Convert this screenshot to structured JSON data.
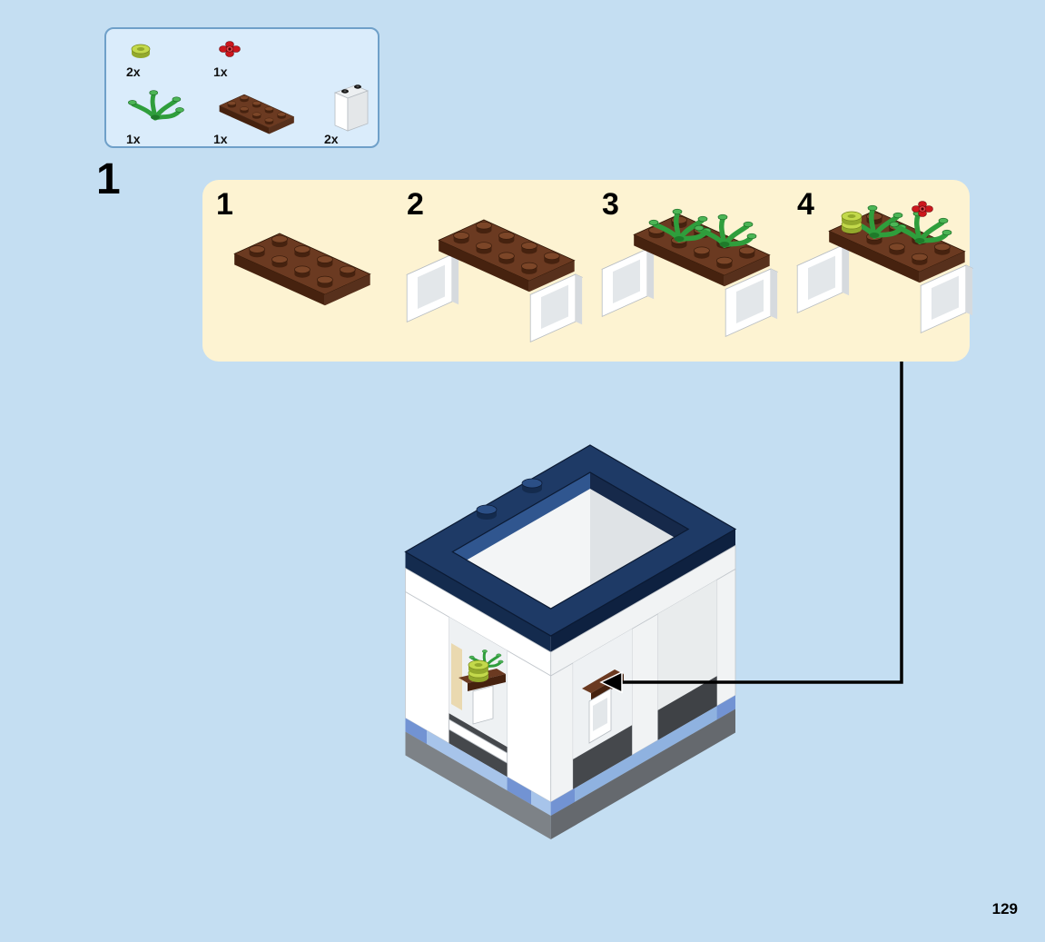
{
  "page": {
    "step_number": "1",
    "page_number": "129"
  },
  "palette": {
    "page-bg": "#c4def2",
    "box-bg": "#daecfb",
    "box-border": "#6fa0c9",
    "panel-bg": "#fdf3d2",
    "navy": "#1e3a66",
    "brown": "#6b3a21",
    "lime": "#c3d94b",
    "green": "#2f9e3c",
    "red": "#cc171d",
    "cornflower": "#7293d3",
    "trim-blue": "#a7c4ea",
    "floor-gray": "#4a4e52",
    "ink": "#000000"
  },
  "parts_box": {
    "items": [
      {
        "name": "lime-round-plate-1x1",
        "qty": "2x"
      },
      {
        "name": "red-flower-plate-1x1",
        "qty": "1x"
      },
      {
        "name": "green-branch-element",
        "qty": "1x"
      },
      {
        "name": "reddish-brown-plate-2x4",
        "qty": "1x"
      },
      {
        "name": "white-panel-1x2x2",
        "qty": "2x"
      }
    ]
  },
  "steps_panel": {
    "substeps": [
      {
        "label": "1"
      },
      {
        "label": "2"
      },
      {
        "label": "3"
      },
      {
        "label": "4"
      }
    ]
  }
}
